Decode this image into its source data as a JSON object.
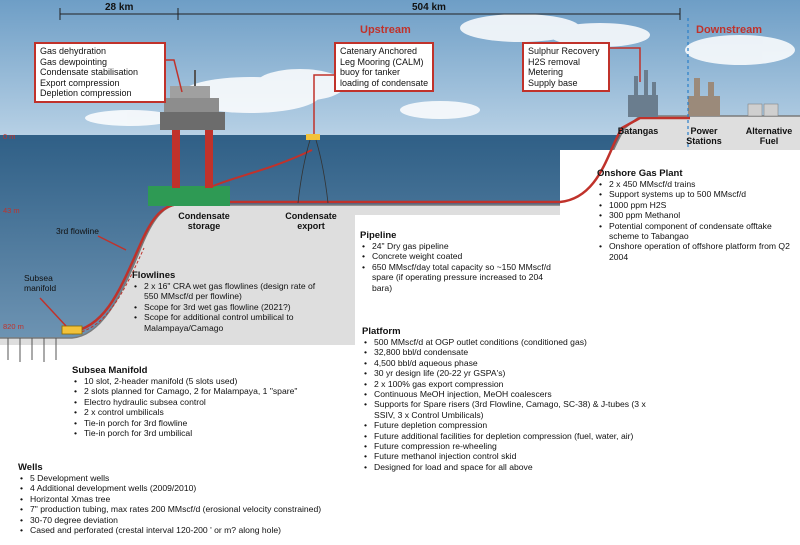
{
  "distances": {
    "left": "28 km",
    "right": "504 km"
  },
  "streams": {
    "upstream": "Upstream",
    "downstream": "Downstream"
  },
  "callouts": {
    "platform_functions": [
      "Gas dehydration",
      "Gas dewpointing",
      "Condensate stabilisation",
      "Export compression",
      "Depletion compression"
    ],
    "calm": [
      "Catenary Anchored",
      "Leg Mooring (CALM)",
      "buoy for tanker",
      "loading of condensate"
    ],
    "onshore": [
      "Sulphur Recovery",
      "H2S removal",
      "Metering",
      "Supply base"
    ]
  },
  "depths": {
    "sea_level": "0 m",
    "shelf": "43 m",
    "deep": "820 m"
  },
  "labels": {
    "third_flowline": "3rd flowline",
    "subsea_manifold": [
      "Subsea",
      "manifold"
    ],
    "condensate_storage": [
      "Condensate",
      "storage"
    ],
    "condensate_export": [
      "Condensate",
      "export"
    ],
    "batangas": "Batangas",
    "power_stations": [
      "Power",
      "Stations"
    ],
    "alternative_fuel": [
      "Alternative",
      "Fuel"
    ]
  },
  "sections": {
    "onshore_gas_plant": {
      "title": "Onshore Gas Plant",
      "items": [
        "2 x 450 MMscf/d trains",
        "Support systems up to 500 MMscf/d",
        "1000 ppm H2S",
        "300 ppm Methanol",
        "Potential component of condensate offtake scheme to Tabangao",
        "Onshore operation of offshore platform from Q2 2004"
      ]
    },
    "pipeline": {
      "title": "Pipeline",
      "items": [
        "24\" Dry gas pipeline",
        "Concrete weight coated",
        "650 MMscf/day total capacity so ~150 MMscf/d spare (if operating pressure increased to 204 bara)"
      ]
    },
    "flowlines": {
      "title": "Flowlines",
      "items": [
        "2 x 16\" CRA wet gas flowlines (design rate of 550 MMscf/d per flowline)",
        "Scope for 3rd wet gas flowline (2021?)",
        "Scope for additional control umbilical to Malampaya/Camago"
      ]
    },
    "platform": {
      "title": "Platform",
      "items": [
        "500 MMscf/d at OGP outlet conditions (conditioned gas)",
        "32,800 bbl/d condensate",
        "4,500 bbl/d aqueous phase",
        "30 yr design life (20-22 yr GSPA's)",
        "2 x 100% gas export compression",
        "Continuous MeOH injection, MeOH coalescers",
        "Supports for Spare risers (3rd Flowline, Camago, SC-38) & J-tubes (3 x SSIV, 3 x Control Umbilicals)",
        "Future depletion compression",
        "Future additional facilities for depletion compression (fuel, water, air)",
        "Future compression re-wheeling",
        "Future methanol injection control skid",
        "Designed for load and space for all above"
      ]
    },
    "subsea_manifold": {
      "title": "Subsea Manifold",
      "items": [
        "10 slot, 2-header manifold (5 slots used)",
        "2 slots planned for Camago, 2 for Malampaya, 1 \"spare\"",
        "Electro hydraulic subsea control",
        "2 x control umbilicals",
        "Tie-in porch for 3rd flowline",
        "Tie-in porch for 3rd umbilical"
      ]
    },
    "wells": {
      "title": "Wells",
      "items": [
        "5 Development wells",
        "4 Additional development wells (2009/2010)",
        "Horizontal Xmas tree",
        "7\" production tubing, max rates 200 MMscf/d (erosional velocity constrained)",
        "30-70 degree deviation",
        "Cased and perforated (crestal interval 120-200 ' or m? along hole)"
      ]
    }
  },
  "colors": {
    "sky": "#8fb6d6",
    "sea": "#3f6f95",
    "seabed": "#d8d8d8",
    "pipe": "#c0322b",
    "accent": "#c0322b"
  }
}
